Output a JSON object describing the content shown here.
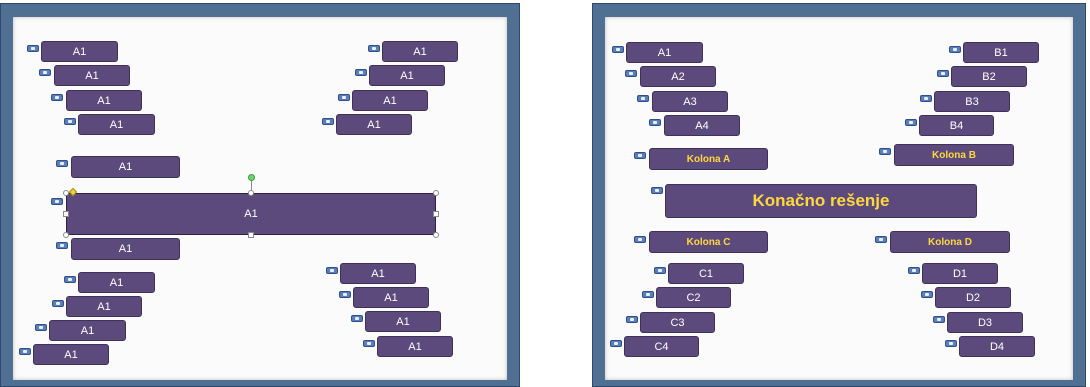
{
  "left_slide": {
    "boxes": [
      "A1",
      "A1",
      "A1",
      "A1",
      "A1",
      "A1",
      "A1",
      "A1",
      "A1",
      "A1",
      "A1",
      "A1",
      "A1",
      "A1",
      "A1",
      "A1",
      "A1",
      "A1"
    ]
  },
  "right_slide": {
    "a_items": [
      "A1",
      "A2",
      "A3",
      "A4"
    ],
    "b_items": [
      "B1",
      "B2",
      "B3",
      "B4"
    ],
    "c_items": [
      "C1",
      "C2",
      "C3",
      "C4"
    ],
    "d_items": [
      "D1",
      "D2",
      "D3",
      "D4"
    ],
    "kolona_a": "Kolona A",
    "kolona_b": "Kolona B",
    "kolona_c": "Kolona C",
    "kolona_d": "Kolona D",
    "final": "Konačno rešenje"
  },
  "colors": {
    "box_fill": "#5d4a7c",
    "highlight_text": "#ffd83d",
    "slide_frame": "#4f6f93"
  },
  "icons": {
    "field_tag": "expand-tag-icon"
  }
}
